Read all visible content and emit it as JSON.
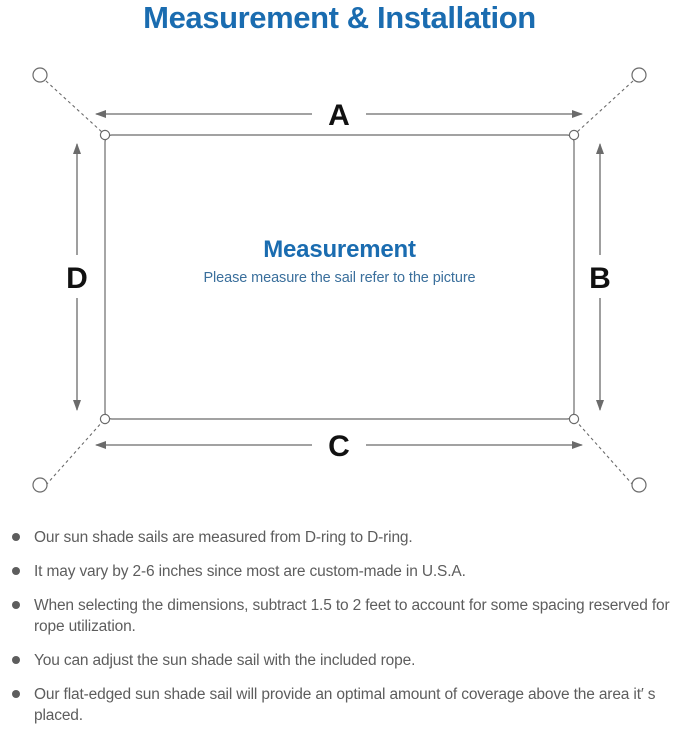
{
  "page": {
    "title": "Measurement & Installation",
    "title_color": "#1a6cb0",
    "background": "#ffffff"
  },
  "diagram": {
    "name": "sun-shade-sail-measurement-diagram",
    "sail_shape": "rectangle",
    "line_color": "#6b6b6b",
    "dimension_labels": {
      "top": "A",
      "right": "B",
      "bottom": "C",
      "left": "D"
    },
    "center": {
      "heading": "Measurement",
      "heading_color": "#1a6cb0",
      "subtitle": "Please measure the sail refer to the picture",
      "subtitle_color": "#3a6f9c"
    },
    "corners": [
      {
        "name": "top-left-d-ring"
      },
      {
        "name": "top-right-d-ring"
      },
      {
        "name": "bottom-right-d-ring"
      },
      {
        "name": "bottom-left-d-ring"
      }
    ],
    "anchors": [
      {
        "name": "top-left-anchor-point"
      },
      {
        "name": "top-right-anchor-point"
      },
      {
        "name": "bottom-right-anchor-point"
      },
      {
        "name": "bottom-left-anchor-point"
      }
    ]
  },
  "notes": {
    "bullet_color": "#5d5d5d",
    "text_color": "#5d5d5d",
    "items": [
      "Our sun shade sails are measured from D-ring to D-ring.",
      "It may vary by 2-6 inches since most are custom-made in U.S.A.",
      "When selecting the dimensions, subtract 1.5 to 2 feet to account for some spacing reserved for rope utilization.",
      "You can adjust the sun shade sail with the included rope.",
      "Our flat-edged sun shade sail will provide an optimal amount of coverage above the area it′ s placed."
    ]
  }
}
